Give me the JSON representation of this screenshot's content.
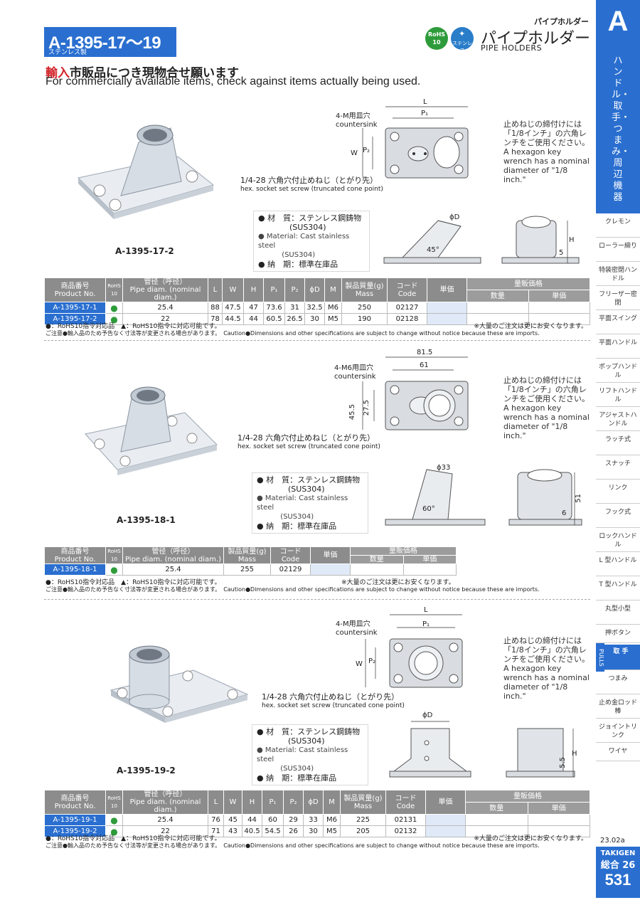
{
  "header": {
    "code": "A-1395-17〜19",
    "material_sub": "ステンレス製",
    "category_small": "パイプホルダー",
    "rohs_badge": "RoHS 10",
    "stainless_badge": "ステンレス",
    "title_jp": "パイプホルダー",
    "title_en": "PIPE  HOLDERS",
    "import_red": "輸入",
    "import_rest": "市販品につき現物合せ願います",
    "import_en": "For commercially available items, check against items actually being used."
  },
  "sidebar": {
    "letter": "A",
    "category_vertical": "ハンドル・取手・つまみ・周辺機器",
    "pulls": "PULLS",
    "items": [
      {
        "label": "クレモン"
      },
      {
        "label": "ローラー締り"
      },
      {
        "label": "特装密閉ハンドル"
      },
      {
        "label": "フリーザー密閉"
      },
      {
        "label": "平面スイング"
      },
      {
        "label": "平面ハンドル"
      },
      {
        "label": "ポップハンドル"
      },
      {
        "label": "リフトハンドル"
      },
      {
        "label": "アジャストハンドル"
      },
      {
        "label": "ラッチ式"
      },
      {
        "label": "スナッチ"
      },
      {
        "label": "リンク"
      },
      {
        "label": "フック式"
      },
      {
        "label": "ロックハンドル"
      },
      {
        "label": "L 型ハンドル"
      },
      {
        "label": "T 型ハンドル"
      },
      {
        "label": "丸型小型"
      },
      {
        "label": "押ボタン"
      },
      {
        "label": "取 手"
      },
      {
        "label": "つまみ"
      },
      {
        "label": "止め金ロッド棒"
      },
      {
        "label": "ジョイントリンク"
      },
      {
        "label": "ワイヤ"
      }
    ],
    "date": "23.02a",
    "brand": "TAKIGEN",
    "catalog": "総合 26",
    "page": "531"
  },
  "common": {
    "countersink_m": "4-M用皿穴",
    "countersink_m6": "4-M6用皿穴",
    "countersink_en": "countersink",
    "setscrew_jp": "1/4-28 六角穴付止めねじ（とがり先）",
    "setscrew_en": "hex. socket set screw (truncated cone point)",
    "note_jp": "止めねじの締付けには「1/8インチ」の六角レンチをご使用ください。",
    "note_en": "A hexagon key wrench has a nominal diameter of \"1/8 inch.\"",
    "mat_jp_label": "材　質：",
    "mat_jp_val": "ステンレス鋼鋳物",
    "mat_jp_val2": "(SUS304)",
    "mat_en_label": "Material:",
    "mat_en_val": "Cast stainless steel",
    "mat_en_val2": "(SUS304)",
    "delivery_label": "納　期：",
    "delivery_val": "標準在庫品",
    "legend_rohs": "●：RoHS10指令対応品　▲：RoHS10指令に対応可能です。",
    "legend_volume": "※大量のご注文は更にお安くなります。",
    "legend_caution_jp": "ご注意●輸入品のため予告なく寸法等が変更される場合があります。",
    "legend_caution_en": "Caution●Dimensions and other specifications are subject to change without notice because these are imports."
  },
  "dims": {
    "L": "L",
    "P1": "P₁",
    "W": "W",
    "P2": "P₂",
    "phiD": "ϕD",
    "H": "H",
    "five": "5",
    "five5": "5.5",
    "a45": "45°",
    "a60": "60°",
    "d815": "81.5",
    "d61": "61",
    "d455": "45.5",
    "d275": "27.5",
    "phi33": "ϕ33",
    "d51": "51",
    "d6": "6"
  },
  "cols": {
    "product_jp": "商品番号",
    "product_en": "Product No.",
    "rohs": "RoHS 10",
    "pipe_jp": "管径（呼径）",
    "pipe_en": "Pipe diam. (nominal diam.)",
    "L": "L",
    "W": "W",
    "H": "H",
    "P1": "P₁",
    "P2": "P₂",
    "D": "ϕD",
    "M": "M",
    "mass_jp": "製品質量(g)",
    "mass_en": "Mass",
    "code_jp": "コード",
    "code_en": "Code",
    "unit_price": "単価",
    "volume_price": "量販価格",
    "qty": "数量",
    "unit": "単価"
  },
  "sections": [
    {
      "label": "A-1395-17-2",
      "rows": [
        {
          "pn": "A-1395-17-1",
          "rohs": "●",
          "pipe": "25.4",
          "L": "88",
          "W": "47.5",
          "H": "47",
          "P1": "73.6",
          "P2": "31",
          "D": "32.5",
          "M": "M6",
          "mass": "250",
          "code": "02127"
        },
        {
          "pn": "A-1395-17-2",
          "rohs": "●",
          "pipe": "22",
          "L": "78",
          "W": "44.5",
          "H": "44",
          "P1": "60.5",
          "P2": "26.5",
          "D": "30",
          "M": "M5",
          "mass": "190",
          "code": "02128"
        }
      ]
    },
    {
      "label": "A-1395-18-1",
      "rows": [
        {
          "pn": "A-1395-18-1",
          "rohs": "●",
          "pipe": "25.4",
          "mass": "255",
          "code": "02129"
        }
      ]
    },
    {
      "label": "A-1395-19-2",
      "rows": [
        {
          "pn": "A-1395-19-1",
          "rohs": "●",
          "pipe": "25.4",
          "L": "76",
          "W": "45",
          "H": "44",
          "P1": "60",
          "P2": "29",
          "D": "33",
          "M": "M6",
          "mass": "225",
          "code": "02131"
        },
        {
          "pn": "A-1395-19-2",
          "rohs": "●",
          "pipe": "22",
          "L": "71",
          "W": "43",
          "H": "40.5",
          "P1": "54.5",
          "P2": "26",
          "D": "30",
          "M": "M5",
          "mass": "205",
          "code": "02132"
        }
      ]
    }
  ]
}
